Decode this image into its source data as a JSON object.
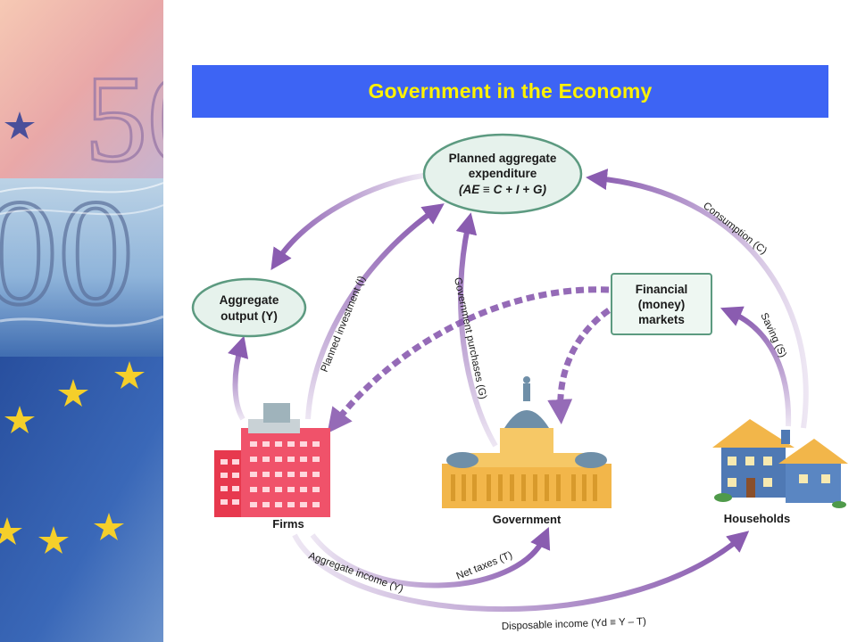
{
  "slide": {
    "title": "Government in the Economy"
  },
  "nodes": {
    "planned_ae": {
      "line1": "Planned aggregate",
      "line2": "expenditure",
      "line3": "(AE ≡ C + I + G)"
    },
    "aggregate_output": {
      "line1": "Aggregate",
      "line2": "output (Y)"
    },
    "financial_markets": {
      "line1": "Financial",
      "line2": "(money)",
      "line3": "markets"
    }
  },
  "entities": {
    "firms": "Firms",
    "government": "Government",
    "households": "Households"
  },
  "flows": {
    "consumption": "Consumption (C)",
    "saving": "Saving (S)",
    "planned_investment": "Planned investment (I)",
    "government_purchases": "Government purchases (G)",
    "net_taxes": "Net taxes (T)",
    "aggregate_income": "Aggregate income (Y)",
    "disposable_income": "Disposable income (Yd ≡ Y – T)"
  },
  "colors": {
    "title_bar": "#3d64f4",
    "title_text": "#fff200",
    "arrow": "#8a5cb0",
    "ellipse_fill": "#e6f2ec",
    "ellipse_stroke": "#5c9a80"
  }
}
